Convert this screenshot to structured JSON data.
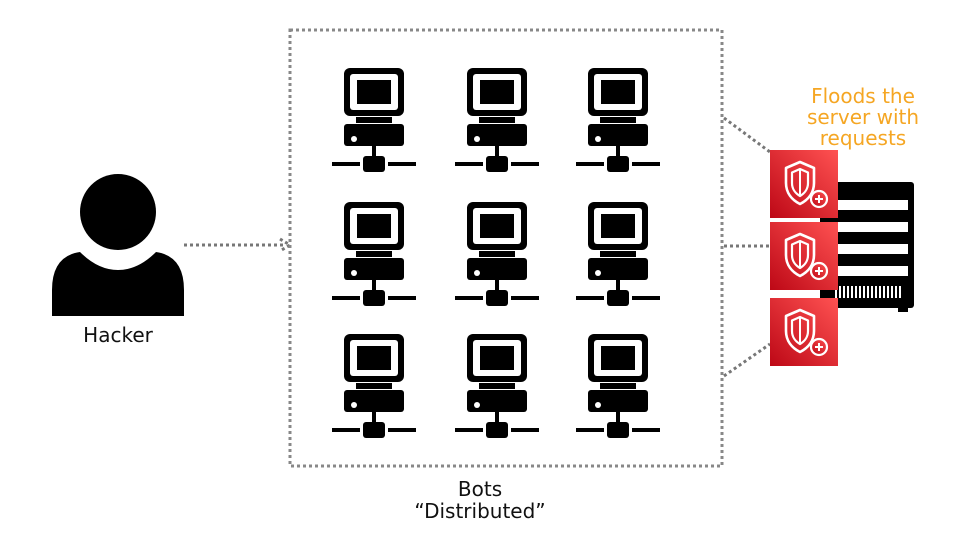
{
  "labels": {
    "hacker": "Hacker",
    "bots_line1": "Bots",
    "bots_line2": "“Distributed”",
    "flood_line1": "Floods the",
    "flood_line2": "server with",
    "flood_line3": "requests"
  },
  "colors": {
    "accent": "#F5A623",
    "shield_red": "#E01F26",
    "icon": "#000000",
    "dotted": "#777777"
  },
  "icons": {
    "hacker": "user-icon",
    "bot": "computer-terminal-icon",
    "server": "server-rack-icon",
    "shield": "aws-shield-icon"
  }
}
